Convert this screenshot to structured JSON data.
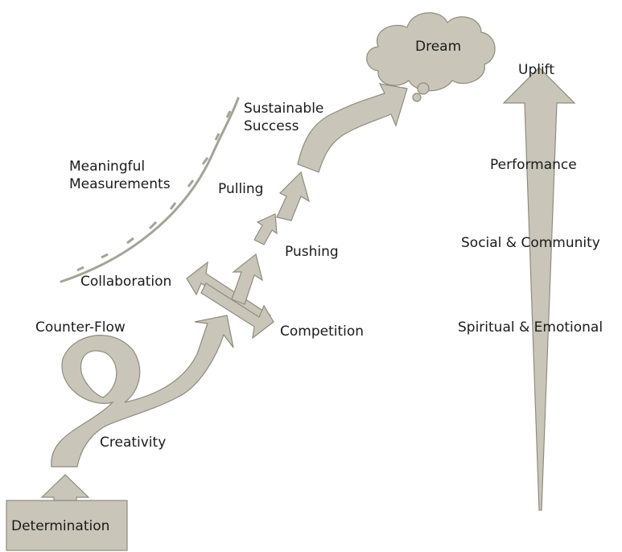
{
  "labels": {
    "dream": "Dream",
    "uplift": "Uplift",
    "sustainable_success": "Sustainable\nSuccess",
    "meaningful_measurements": "Meaningful\nMeasurements",
    "pulling": "Pulling",
    "pushing": "Pushing",
    "collaboration": "Collaboration",
    "competition": "Competition",
    "counter_flow": "Counter-Flow",
    "creativity": "Creativity",
    "determination": "Determination",
    "performance": "Performance",
    "social_community": "Social & Community",
    "spiritual_emotional": "Spiritual & Emotional"
  }
}
